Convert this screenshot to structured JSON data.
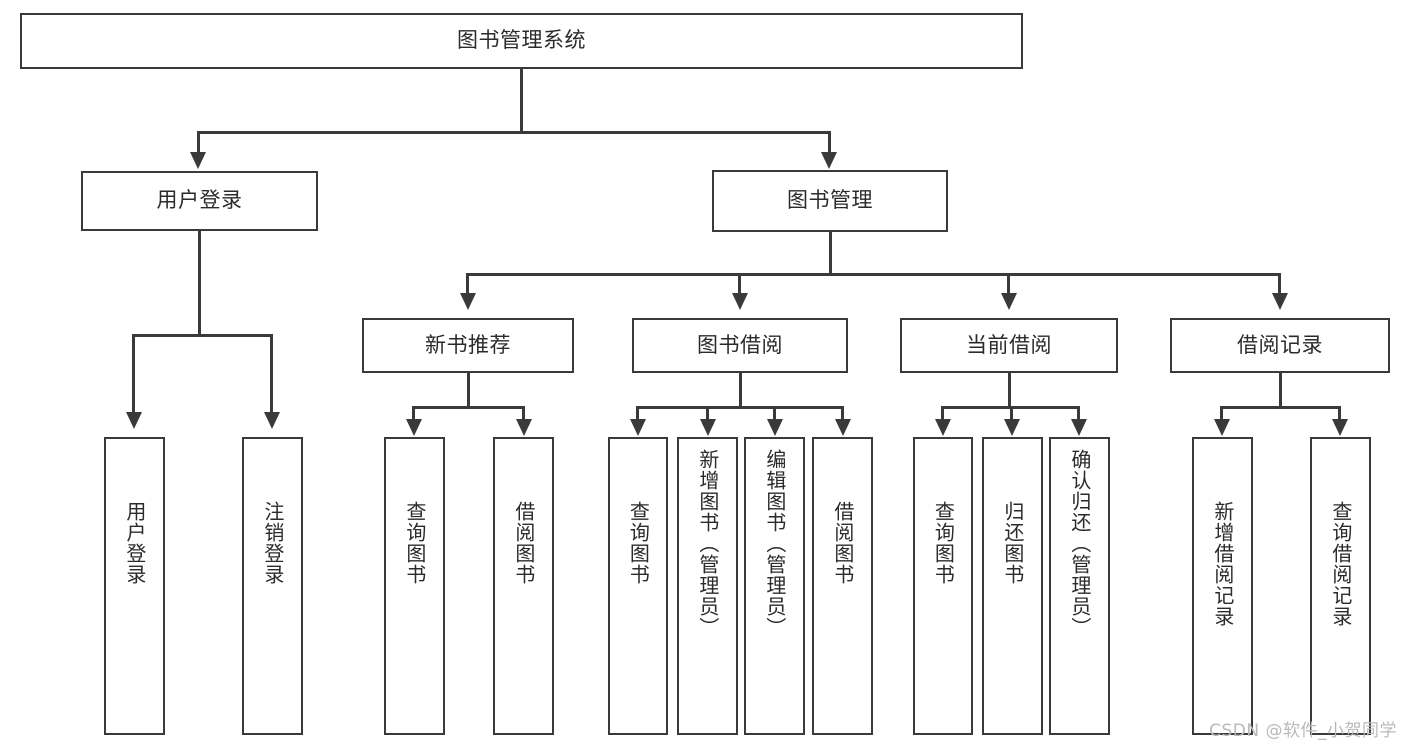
{
  "diagram": {
    "type": "tree-hierarchy",
    "title": "图书管理系统",
    "root": {
      "label": "图书管理系统"
    },
    "level1": [
      {
        "id": "user-login",
        "label": "用户登录"
      },
      {
        "id": "book-manage",
        "label": "图书管理"
      }
    ],
    "level2": [
      {
        "id": "new-book-recommend",
        "label": "新书推荐",
        "parent": "book-manage"
      },
      {
        "id": "book-borrow",
        "label": "图书借阅",
        "parent": "book-manage"
      },
      {
        "id": "current-borrow",
        "label": "当前借阅",
        "parent": "book-manage"
      },
      {
        "id": "borrow-record",
        "label": "借阅记录",
        "parent": "book-manage"
      }
    ],
    "leaves": [
      {
        "id": "leaf-user-login",
        "label": "用户登录",
        "parent": "user-login"
      },
      {
        "id": "leaf-user-logout",
        "label": "注销登录",
        "parent": "user-login"
      },
      {
        "id": "leaf-rec-query-book",
        "label": "查询图书",
        "parent": "new-book-recommend"
      },
      {
        "id": "leaf-rec-borrow-book",
        "label": "借阅图书",
        "parent": "new-book-recommend"
      },
      {
        "id": "leaf-bor-query-book",
        "label": "查询图书",
        "parent": "book-borrow"
      },
      {
        "id": "leaf-bor-add-book",
        "label": "新增图书（管理员）",
        "parent": "book-borrow"
      },
      {
        "id": "leaf-bor-edit-book",
        "label": "编辑图书（管理员）",
        "parent": "book-borrow"
      },
      {
        "id": "leaf-bor-borrow-book",
        "label": "借阅图书",
        "parent": "book-borrow"
      },
      {
        "id": "leaf-cur-query-book",
        "label": "查询图书",
        "parent": "current-borrow"
      },
      {
        "id": "leaf-cur-return-book",
        "label": "归还图书",
        "parent": "current-borrow"
      },
      {
        "id": "leaf-cur-confirm",
        "label": "确认归还（管理员）",
        "parent": "current-borrow"
      },
      {
        "id": "leaf-rec-add-record",
        "label": "新增借阅记录",
        "parent": "borrow-record"
      },
      {
        "id": "leaf-rec-query-record",
        "label": "查询借阅记录",
        "parent": "borrow-record"
      }
    ],
    "colors": {
      "stroke": "#3a3a3a",
      "fill": "#ffffff",
      "text": "#2b2b2b",
      "watermark": "#b9b9b9"
    }
  },
  "watermark": {
    "text": "CSDN @软件_小贺同学"
  }
}
